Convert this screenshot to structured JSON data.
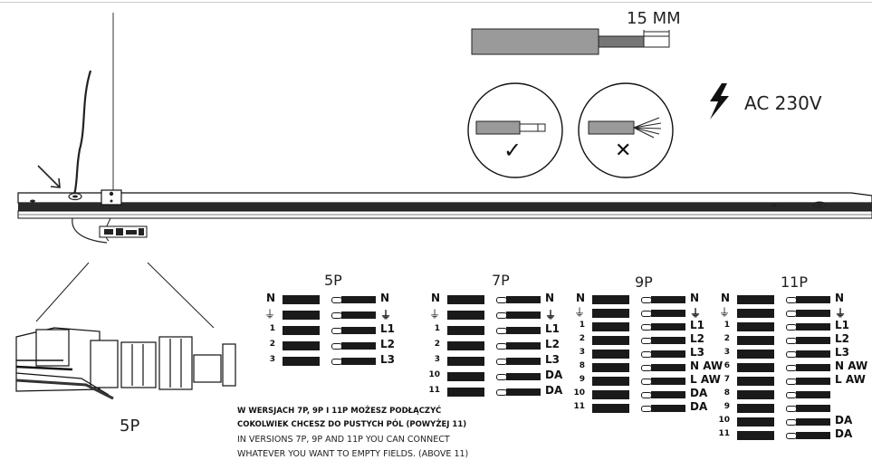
{
  "strip_length": "15 MM",
  "voltage": "AC 230V",
  "check_mark": "✓",
  "cross_mark": "✕",
  "housing_label": "5P",
  "columns": [
    {
      "title": "5P",
      "rows": [
        {
          "num": "N",
          "label": "N"
        },
        {
          "num": "⏚",
          "label": "⏚"
        },
        {
          "num": "1",
          "label": "L1"
        },
        {
          "num": "2",
          "label": "L2"
        },
        {
          "num": "3",
          "label": "L3"
        }
      ]
    },
    {
      "title": "7P",
      "rows": [
        {
          "num": "N",
          "label": "N"
        },
        {
          "num": "⏚",
          "label": "⏚"
        },
        {
          "num": "1",
          "label": "L1"
        },
        {
          "num": "2",
          "label": "L2"
        },
        {
          "num": "3",
          "label": "L3"
        },
        {
          "num": "10",
          "label": "DA"
        },
        {
          "num": "11",
          "label": "DA"
        }
      ]
    },
    {
      "title": "9P",
      "rows": [
        {
          "num": "N",
          "label": "N"
        },
        {
          "num": "⏚",
          "label": "⏚"
        },
        {
          "num": "1",
          "label": "L1"
        },
        {
          "num": "2",
          "label": "L2"
        },
        {
          "num": "3",
          "label": "L3"
        },
        {
          "num": "8",
          "label": "N AW"
        },
        {
          "num": "9",
          "label": "L AW"
        },
        {
          "num": "10",
          "label": "DA"
        },
        {
          "num": "11",
          "label": "DA"
        }
      ]
    },
    {
      "title": "11P",
      "rows": [
        {
          "num": "N",
          "label": "N"
        },
        {
          "num": "⏚",
          "label": "⏚"
        },
        {
          "num": "1",
          "label": "L1"
        },
        {
          "num": "2",
          "label": "L2"
        },
        {
          "num": "3",
          "label": "L3"
        },
        {
          "num": "6",
          "label": "N AW"
        },
        {
          "num": "7",
          "label": "L AW"
        },
        {
          "num": "8",
          "label": ""
        },
        {
          "num": "9",
          "label": ""
        },
        {
          "num": "10",
          "label": "DA"
        },
        {
          "num": "11",
          "label": "DA"
        }
      ]
    }
  ],
  "note_pl_line1": "W WERSJACH 7P, 9P I 11P MOŻESZ PODŁĄCZYĆ",
  "note_pl_line2": "COKOLWIEK CHCESZ DO PUSTYCH PÓL (POWYŻEJ 11)",
  "note_en_line1": "IN VERSIONS 7P, 9P AND 11P YOU CAN CONNECT",
  "note_en_line2": "WHATEVER YOU WANT TO EMPTY FIELDS. (ABOVE 11)"
}
